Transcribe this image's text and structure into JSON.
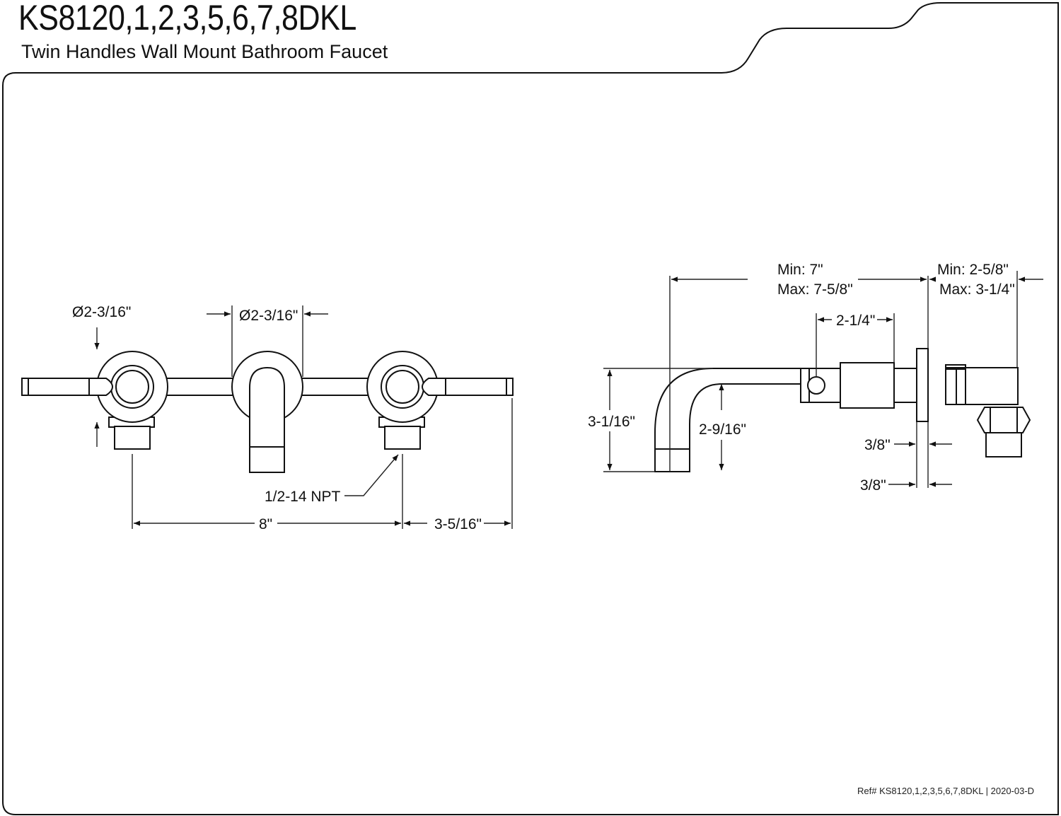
{
  "header": {
    "model": "KS8120,1,2,3,5,6,7,8DKL",
    "description": "Twin Handles Wall Mount Bathroom Faucet"
  },
  "front_view": {
    "left_handle_diameter": "Ø2-3/16\"",
    "spout_flange_diameter": "Ø2-3/16\"",
    "thread_note": "1/2-14 NPT",
    "center_spacing": "8\"",
    "handle_overhang": "3-5/16\""
  },
  "side_view": {
    "spout_reach_min": "Min: 7\"",
    "spout_reach_max": "Max: 7-5/8\"",
    "wall_depth_min": "Min: 2-5/8\"",
    "wall_depth_max": "Max: 3-1/4\"",
    "collar_length": "2-1/4\"",
    "spout_height": "3-1/16\"",
    "spout_outlet_height": "2-9/16\"",
    "flange_thickness": "3/8\"",
    "flange_offset": "3/8\""
  },
  "footer": {
    "reference": "Ref# KS8120,1,2,3,5,6,7,8DKL | 2020-03-D"
  }
}
